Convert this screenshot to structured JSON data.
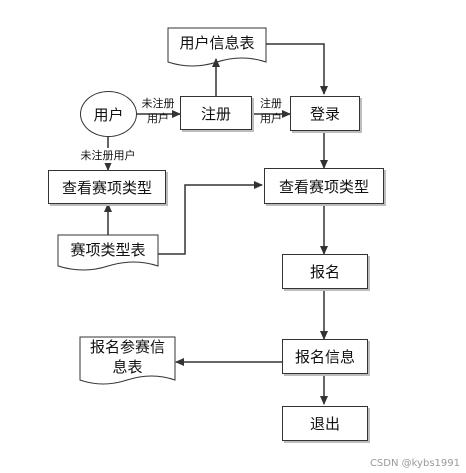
{
  "nodes": {
    "user": "用户",
    "register": "注册",
    "login": "登录",
    "user_info_table": "用户信息表",
    "view_types_left": "查看赛项类型",
    "view_types_right": "查看赛项类型",
    "types_table": "赛项类型表",
    "signup": "报名",
    "signup_info": "报名信息",
    "signup_info_table_line1": "报名参赛信",
    "signup_info_table_line2": "息表",
    "exit": "退出"
  },
  "edge_labels": {
    "unregistered_user_line1": "未注册",
    "unregistered_user_line2": "用户",
    "registered_user_line1": "注册",
    "registered_user_line2": "用户",
    "unregistered_user_down": "未注册用户"
  },
  "watermark": "CSDN @kybs1991"
}
